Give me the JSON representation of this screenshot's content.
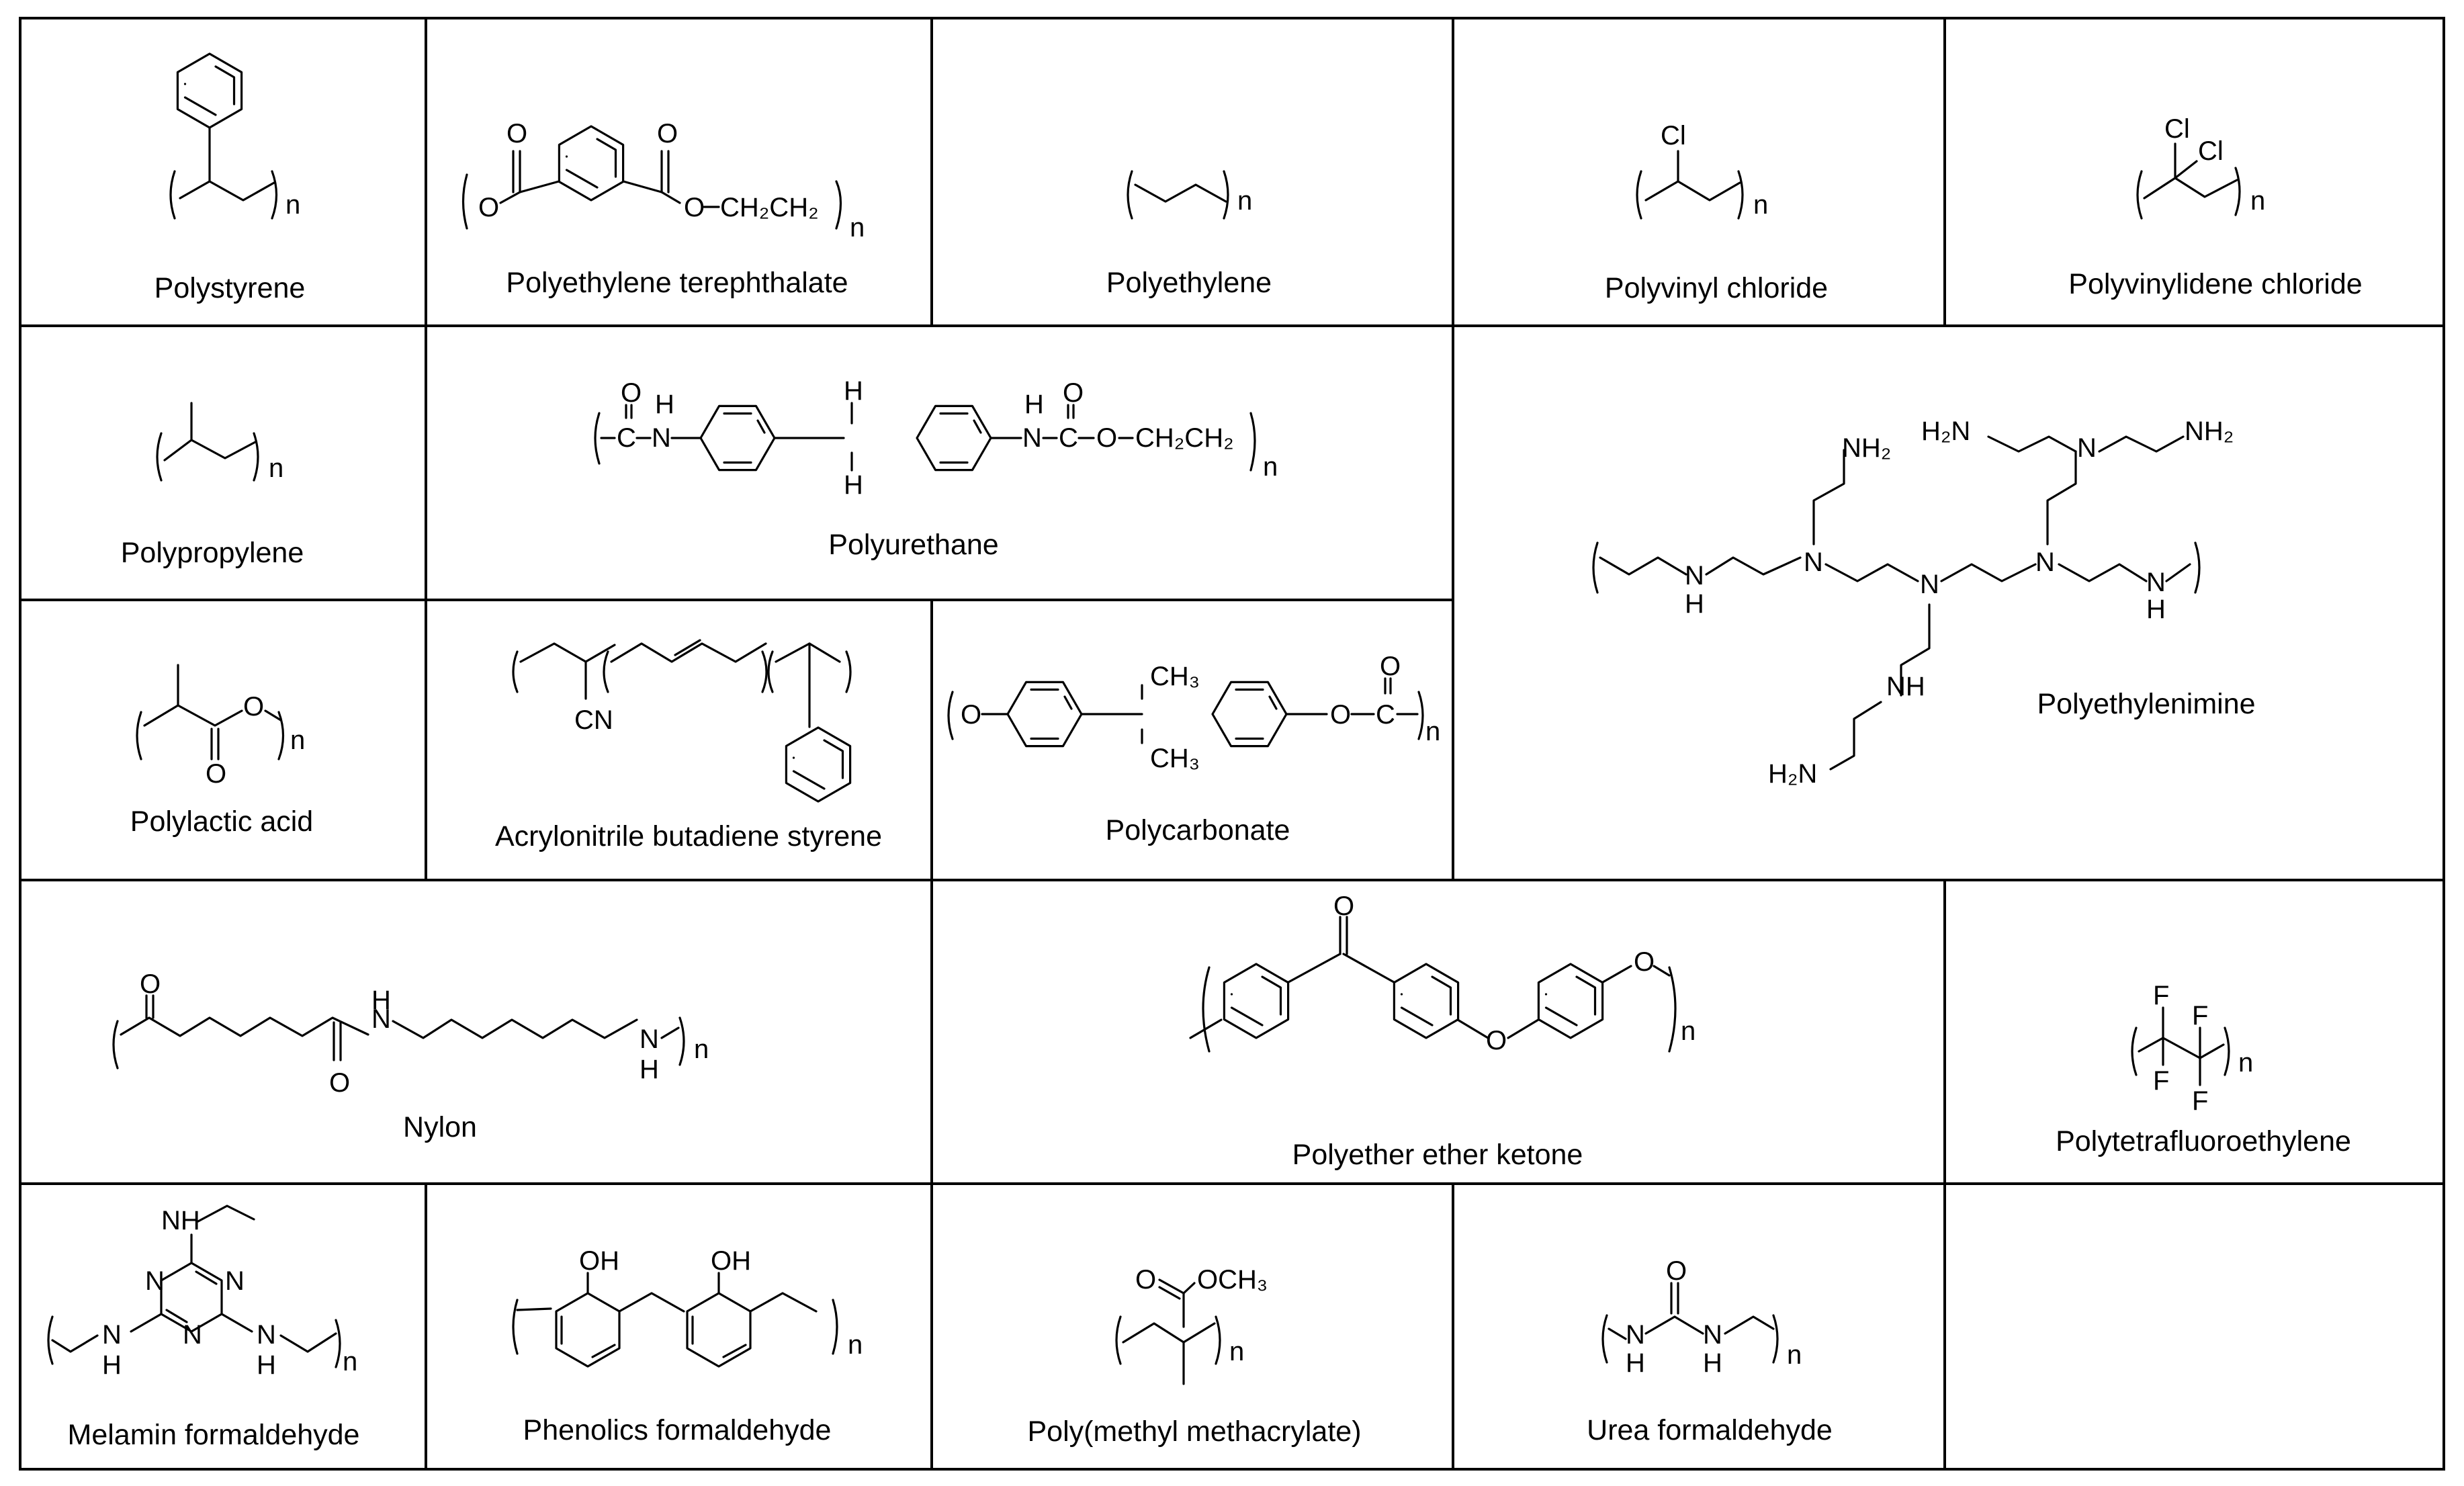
{
  "polymers": [
    {
      "name": "Polystyrene"
    },
    {
      "name": "Polyethylene terephthalate"
    },
    {
      "name": "Polyethylene"
    },
    {
      "name": "Polyvinyl chloride"
    },
    {
      "name": "Polyvinylidene chloride"
    },
    {
      "name": "Polypropylene"
    },
    {
      "name": "Polyurethane"
    },
    {
      "name": "Polyethylenimine"
    },
    {
      "name": "Polylactic acid"
    },
    {
      "name": "Acrylonitrile butadiene styrene"
    },
    {
      "name": "Polycarbonate"
    },
    {
      "name": "Nylon"
    },
    {
      "name": "Polyether ether ketone"
    },
    {
      "name": "Polytetrafluoroethylene"
    },
    {
      "name": "Melamin formaldehyde"
    },
    {
      "name": "Phenolics formaldehyde"
    },
    {
      "name": "Poly(methyl methacrylate)"
    },
    {
      "name": "Urea formaldehyde"
    }
  ],
  "atoms": {
    "n": "n",
    "O": "O",
    "Cl": "Cl",
    "F": "F",
    "H": "H",
    "N": "N",
    "NH": "NH",
    "OH": "OH",
    "CN": "CN",
    "C": "C",
    "NH2": "NH₂",
    "H2N": "H₂N",
    "CH3": "CH₃",
    "OCH3": "OCH₃",
    "CH2CH2": "CH₂CH₂"
  }
}
